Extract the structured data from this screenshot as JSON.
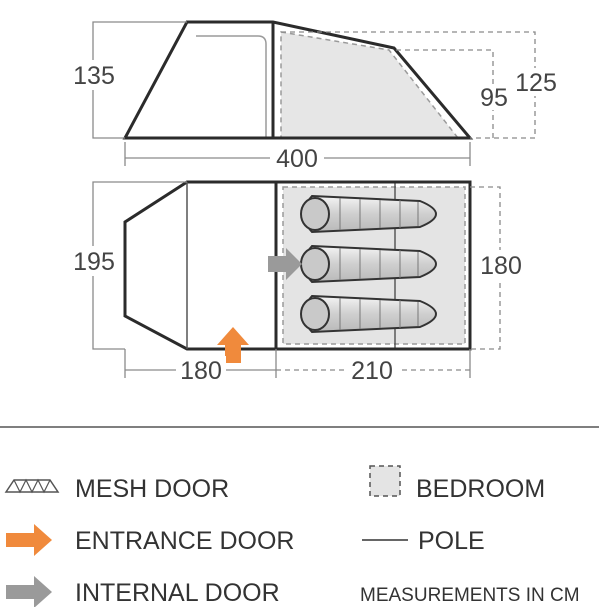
{
  "dimensions": {
    "side_height": "135",
    "side_bedroom_inner_height": "95",
    "side_bedroom_outer_height": "125",
    "total_length": "400",
    "floor_width": "195",
    "bedroom_width": "180",
    "porch_length": "180",
    "bedroom_length": "210"
  },
  "legend": {
    "mesh_door": "MESH DOOR",
    "entrance_door": "ENTRANCE DOOR",
    "internal_door": "INTERNAL DOOR",
    "bedroom": "BEDROOM",
    "pole": "POLE",
    "measurements": "MEASUREMENTS IN CM"
  },
  "colors": {
    "outline": "#2b2b2b",
    "dimension_line": "#8a8a8a",
    "bedroom_fill": "#e4e4e4",
    "entrance_arrow": "#f08a3c",
    "internal_arrow": "#9a9a9a"
  },
  "icons": {
    "mesh_door": "mesh-door-icon",
    "entrance_door": "entrance-arrow-icon",
    "internal_door": "internal-arrow-icon",
    "bedroom": "bedroom-swatch-icon",
    "pole": "pole-line-icon"
  }
}
